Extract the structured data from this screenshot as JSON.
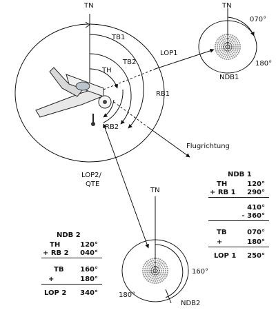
{
  "labels": {
    "tn_main": "TN",
    "tn_ndb1": "TN",
    "tn_ndb2": "TN",
    "tb1": "TB1",
    "tb2": "TB2",
    "th": "TH",
    "rb1": "RB1",
    "rb2": "RB2",
    "lop1": "LOP1",
    "lop2": "LOP2/",
    "qte": "QTE",
    "flugrichtung": "Flugrichtung",
    "ndb1": "NDB1",
    "ndb2": "NDB2",
    "ndb1_070": "070°",
    "ndb1_180": "180°",
    "ndb2_160": "160°",
    "ndb2_180": "180°"
  },
  "calc_ndb1": {
    "title": "NDB 1",
    "rows": [
      {
        "k": "TH",
        "v": "120°"
      },
      {
        "k": "+ RB 1",
        "v": "290°"
      },
      {
        "k": "",
        "v": "410°"
      },
      {
        "k": "",
        "v": "- 360°"
      },
      {
        "k": "TB",
        "v": "070°"
      },
      {
        "k": "+",
        "v": "180°"
      },
      {
        "k": "LOP 1",
        "v": "250°"
      }
    ]
  },
  "calc_ndb2": {
    "title": "NDB 2",
    "rows": [
      {
        "k": "TH",
        "v": "120°"
      },
      {
        "k": "+ RB 2",
        "v": "040°"
      },
      {
        "k": "TB",
        "v": "160°"
      },
      {
        "k": "+",
        "v": "180°"
      },
      {
        "k": "LOP 2",
        "v": "340°"
      }
    ]
  }
}
